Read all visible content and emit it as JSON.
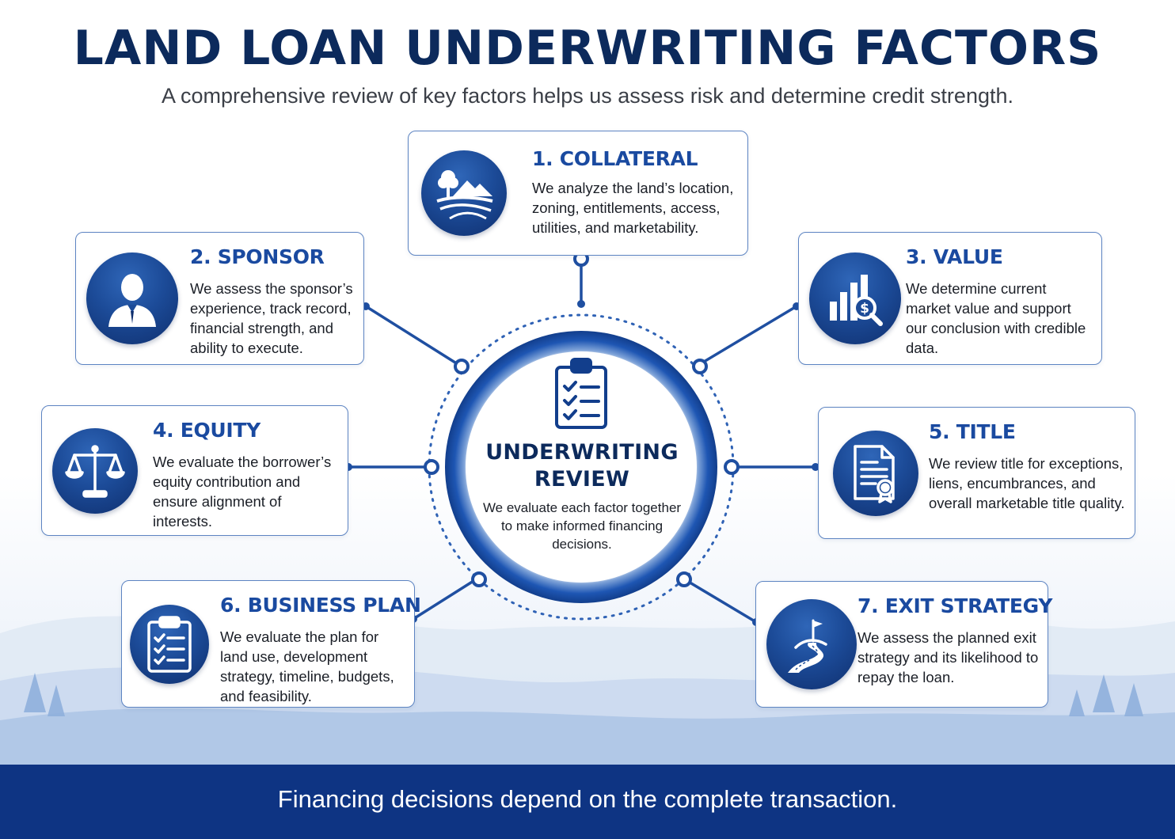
{
  "header": {
    "title": "LAND LOAN UNDERWRITING FACTORS",
    "subtitle": "A comprehensive review of key factors helps us assess risk and determine credit strength."
  },
  "center": {
    "title": "UNDERWRITING REVIEW",
    "description": "We evaluate each factor together to make informed financing decisions.",
    "icon": "clipboard-checklist-icon"
  },
  "factors": [
    {
      "title": "1. COLLATERAL",
      "description": "We analyze the land’s location, zoning, entitlements, access, utilities, and marketability.",
      "icon": "landscape-icon"
    },
    {
      "title": "2. SPONSOR",
      "description": "We assess the sponsor’s experience, track record, financial strength, and ability to execute.",
      "icon": "person-icon"
    },
    {
      "title": "3. VALUE",
      "description": "We determine current market value and support our conclusion with credible data.",
      "icon": "bar-chart-magnifier-icon"
    },
    {
      "title": "4. EQUITY",
      "description": "We evaluate the borrower’s equity contribution and ensure alignment of interests.",
      "icon": "scales-icon"
    },
    {
      "title": "5. TITLE",
      "description": "We review title for exceptions, liens, encumbrances, and overall marketable title quality.",
      "icon": "certificate-document-icon"
    },
    {
      "title": "6. BUSINESS PLAN",
      "description": "We evaluate the plan for land use, development strategy, timeline, budgets, and feasibility.",
      "icon": "clipboard-icon"
    },
    {
      "title": "7. EXIT STRATEGY",
      "description": "We assess the planned exit strategy and its likelihood to repay the loan.",
      "icon": "road-flag-icon"
    }
  ],
  "footer": {
    "text": "Financing decisions depend on the complete transaction."
  },
  "colors": {
    "primary_navy": "#0c2a5c",
    "accent_blue": "#1a4aa0",
    "footer_blue": "#0e3483",
    "card_border": "#5d84c2"
  }
}
